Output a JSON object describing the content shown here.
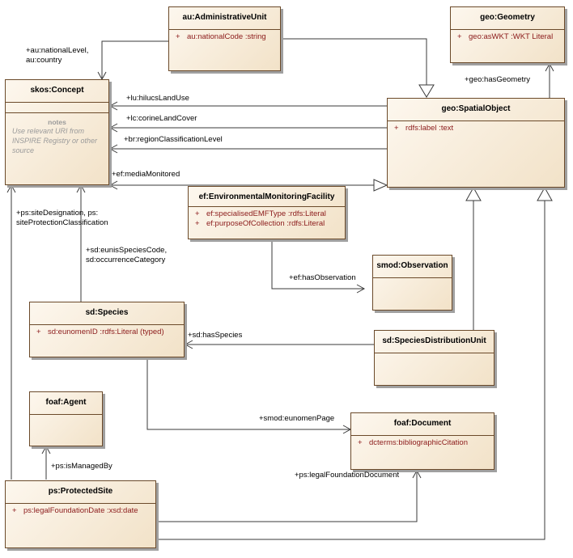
{
  "classes": {
    "admin_unit": {
      "name": "au:AdministrativeUnit",
      "attrs": [
        {
          "vis": "+",
          "text": "au:nationalCode  :string"
        }
      ]
    },
    "geometry": {
      "name": "geo:Geometry",
      "attrs": [
        {
          "vis": "+",
          "text": "geo:asWKT  :WKT Literal"
        }
      ]
    },
    "concept": {
      "name": "skos:Concept",
      "notes_heading": "notes",
      "notes_text": "Use relevant URI from INSPIRE Registry or other source"
    },
    "spatial_object": {
      "name": "geo:SpatialObject",
      "attrs": [
        {
          "vis": "+",
          "text": "rdfs:label  :text"
        }
      ]
    },
    "emf": {
      "name": "ef:EnvironmentalMonitoringFacility",
      "attrs": [
        {
          "vis": "+",
          "text": "ef:specialisedEMFType  :rdfs:Literal"
        },
        {
          "vis": "+",
          "text": "ef:purposeOfCollection  :rdfs:Literal"
        }
      ]
    },
    "observation": {
      "name": "smod:Observation"
    },
    "species": {
      "name": "sd:Species",
      "attrs": [
        {
          "vis": "+",
          "text": "sd:eunomenID  :rdfs:Literal (typed)"
        }
      ]
    },
    "sdu": {
      "name": "sd:SpeciesDistributionUnit"
    },
    "agent": {
      "name": "foaf:Agent"
    },
    "document": {
      "name": "foaf:Document",
      "attrs": [
        {
          "vis": "+",
          "text": "dcterms:bibliographicCitation"
        }
      ]
    },
    "protected_site": {
      "name": "ps:ProtectedSite",
      "attrs": [
        {
          "vis": "+",
          "text": "ps:legalFoundationDate  :xsd:date"
        }
      ]
    }
  },
  "labels": {
    "national_level": "+au:nationalLevel,",
    "country": "au:country",
    "has_geometry": "+geo:hasGeometry",
    "hilucs": "+lu:hilucsLandUse",
    "corine": "+lc:corineLandCover",
    "region": "+br:regionClassificationLevel",
    "media": "+ef:mediaMonitored",
    "site_designation": "+ps:siteDesignation, ps:",
    "site_protection": "siteProtectionClassification",
    "eunis": "+sd:eunisSpeciesCode,",
    "occurrence": "sd:occurrenceCategory",
    "has_observation": "+ef:hasObservation",
    "has_species": "+sd:hasSpecies",
    "eunomen_page": "+smod:eunomenPage",
    "managed_by": "+ps:isManagedBy",
    "legal_doc": "+ps:legalFoundationDocument"
  }
}
